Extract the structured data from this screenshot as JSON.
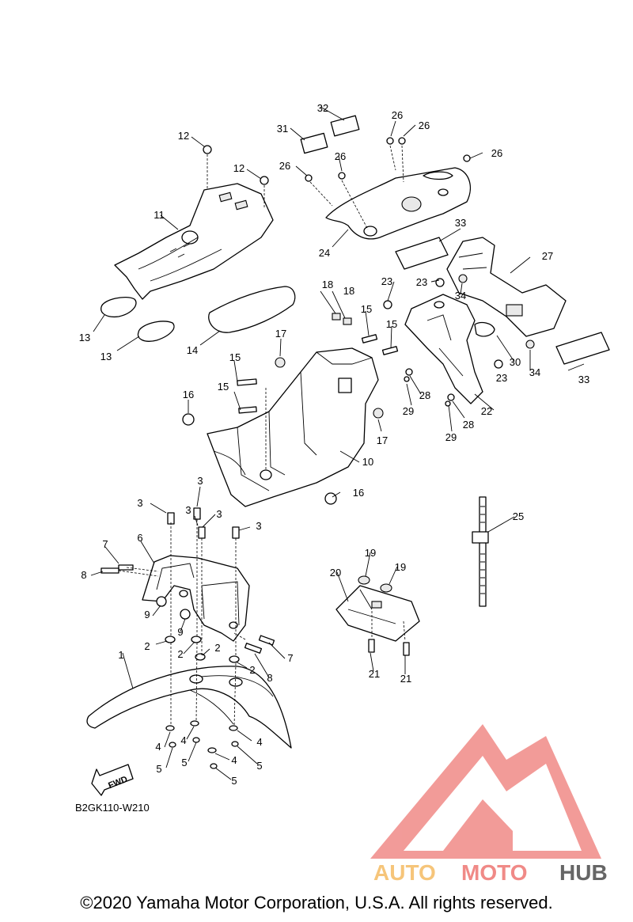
{
  "diagram": {
    "ref_code": "B2GK110-W210",
    "fwd_label": "FWD",
    "labels": [
      {
        "id": "l32",
        "text": "32"
      },
      {
        "id": "l31",
        "text": "31"
      },
      {
        "id": "l26a",
        "text": "26"
      },
      {
        "id": "l26b",
        "text": "26"
      },
      {
        "id": "l26c",
        "text": "26"
      },
      {
        "id": "l26d",
        "text": "26"
      },
      {
        "id": "l26e",
        "text": "26"
      },
      {
        "id": "l24",
        "text": "24"
      },
      {
        "id": "l12a",
        "text": "12"
      },
      {
        "id": "l12b",
        "text": "12"
      },
      {
        "id": "l11",
        "text": "11"
      },
      {
        "id": "l13a",
        "text": "13"
      },
      {
        "id": "l13b",
        "text": "13"
      },
      {
        "id": "l14",
        "text": "14"
      },
      {
        "id": "l33a",
        "text": "33"
      },
      {
        "id": "l33b",
        "text": "33"
      },
      {
        "id": "l27",
        "text": "27"
      },
      {
        "id": "l23a",
        "text": "23"
      },
      {
        "id": "l23b",
        "text": "23"
      },
      {
        "id": "l23c",
        "text": "23"
      },
      {
        "id": "l34a",
        "text": "34"
      },
      {
        "id": "l34b",
        "text": "34"
      },
      {
        "id": "l30",
        "text": "30"
      },
      {
        "id": "l22",
        "text": "22"
      },
      {
        "id": "l28a",
        "text": "28"
      },
      {
        "id": "l28b",
        "text": "28"
      },
      {
        "id": "l29a",
        "text": "29"
      },
      {
        "id": "l29b",
        "text": "29"
      },
      {
        "id": "l18a",
        "text": "18"
      },
      {
        "id": "l18b",
        "text": "18"
      },
      {
        "id": "l15a",
        "text": "15"
      },
      {
        "id": "l15b",
        "text": "15"
      },
      {
        "id": "l15c",
        "text": "15"
      },
      {
        "id": "l15d",
        "text": "15"
      },
      {
        "id": "l17a",
        "text": "17"
      },
      {
        "id": "l17b",
        "text": "17"
      },
      {
        "id": "l16a",
        "text": "16"
      },
      {
        "id": "l16b",
        "text": "16"
      },
      {
        "id": "l10",
        "text": "10"
      },
      {
        "id": "l25",
        "text": "25"
      },
      {
        "id": "l3a",
        "text": "3"
      },
      {
        "id": "l3b",
        "text": "3"
      },
      {
        "id": "l3c",
        "text": "3"
      },
      {
        "id": "l3d",
        "text": "3"
      },
      {
        "id": "l3e",
        "text": "3"
      },
      {
        "id": "l7a",
        "text": "7"
      },
      {
        "id": "l7b",
        "text": "7"
      },
      {
        "id": "l6",
        "text": "6"
      },
      {
        "id": "l8a",
        "text": "8"
      },
      {
        "id": "l8b",
        "text": "8"
      },
      {
        "id": "l9a",
        "text": "9"
      },
      {
        "id": "l9b",
        "text": "9"
      },
      {
        "id": "l2a",
        "text": "2"
      },
      {
        "id": "l2b",
        "text": "2"
      },
      {
        "id": "l2c",
        "text": "2"
      },
      {
        "id": "l2d",
        "text": "2"
      },
      {
        "id": "l1",
        "text": "1"
      },
      {
        "id": "l4a",
        "text": "4"
      },
      {
        "id": "l4b",
        "text": "4"
      },
      {
        "id": "l4c",
        "text": "4"
      },
      {
        "id": "l4d",
        "text": "4"
      },
      {
        "id": "l5a",
        "text": "5"
      },
      {
        "id": "l5b",
        "text": "5"
      },
      {
        "id": "l5c",
        "text": "5"
      },
      {
        "id": "l5d",
        "text": "5"
      },
      {
        "id": "l19a",
        "text": "19"
      },
      {
        "id": "l19b",
        "text": "19"
      },
      {
        "id": "l20",
        "text": "20"
      },
      {
        "id": "l21a",
        "text": "21"
      },
      {
        "id": "l21b",
        "text": "21"
      }
    ]
  },
  "watermark": {
    "word1": "AUTO",
    "word2": "MOTO",
    "word3": "HUB",
    "colors": {
      "primary": "#f08a87",
      "secondary": "#f6c57a",
      "dark": "#666666"
    }
  },
  "footer": {
    "copyright": "©2020 Yamaha Motor Corporation, U.S.A. All rights reserved."
  }
}
